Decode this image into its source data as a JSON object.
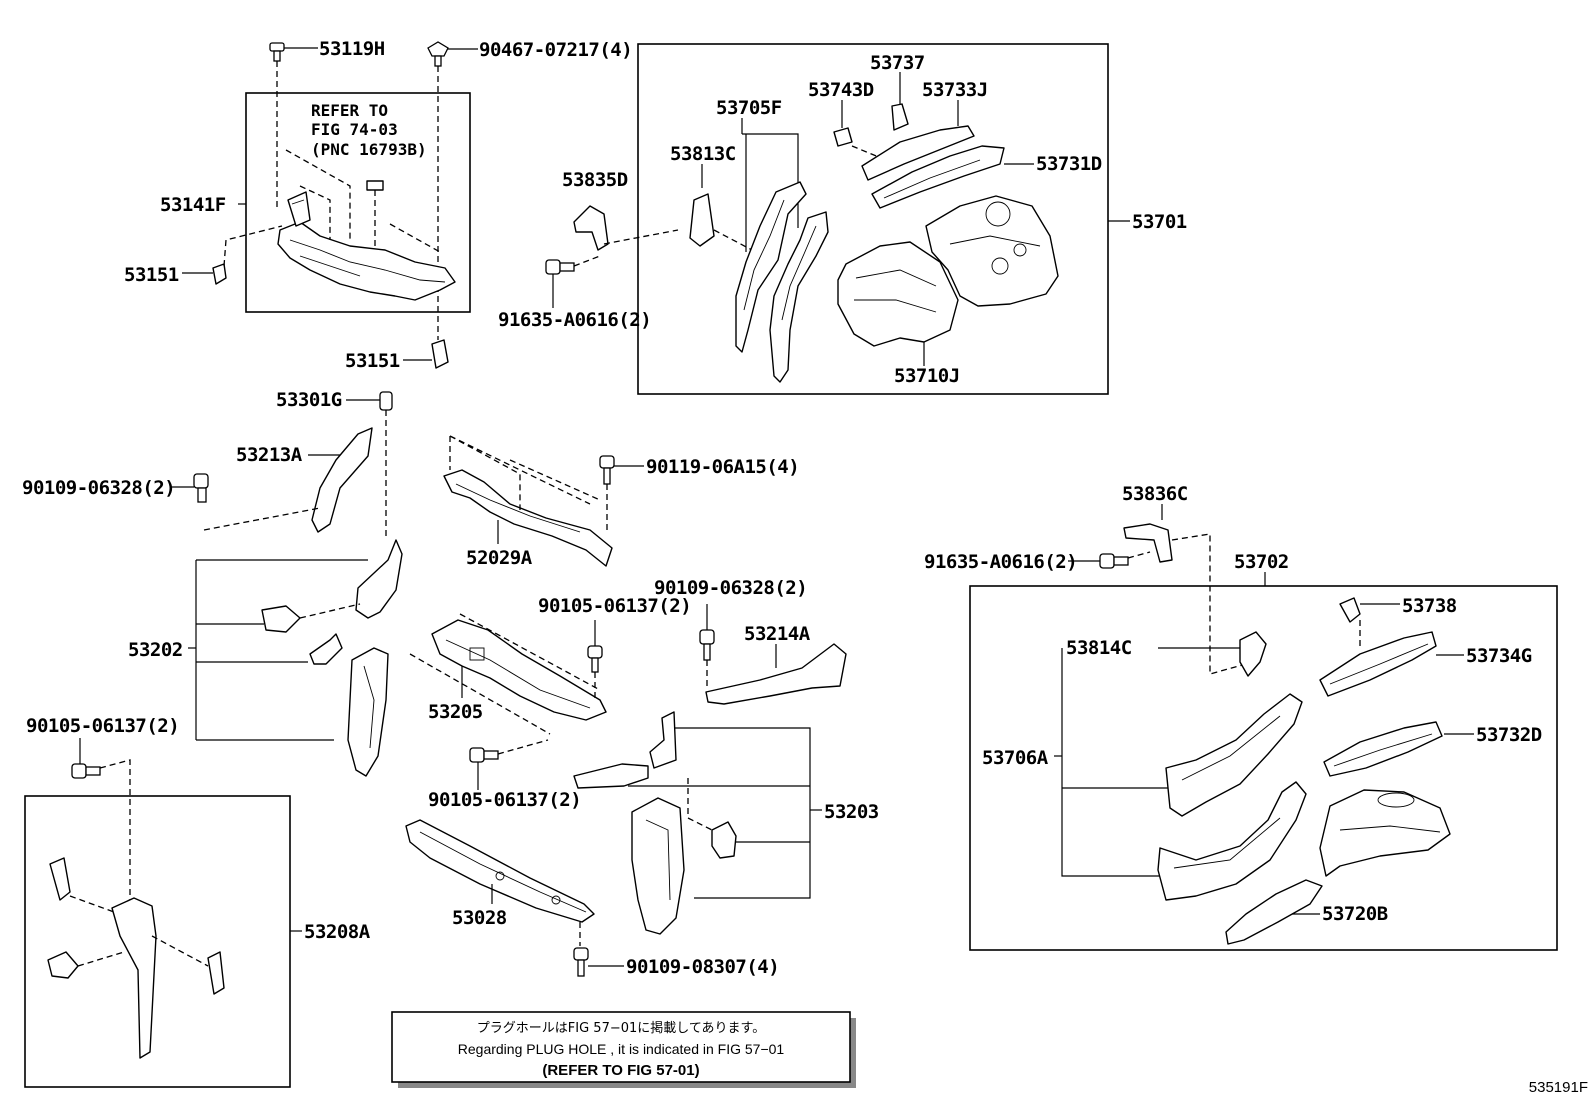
{
  "labels": {
    "p53119H": "53119H",
    "p90467": "90467-07217(4)",
    "refer1": "REFER TO",
    "refer2": "FIG 74-03",
    "refer3": "(PNC 16793B)",
    "p53141F": "53141F",
    "p53151a": "53151",
    "p53151b": "53151",
    "p53835D": "53835D",
    "p91635a": "91635-A0616(2)",
    "p53705F": "53705F",
    "p53813C": "53813C",
    "p53743D": "53743D",
    "p53737": "53737",
    "p53733J": "53733J",
    "p53731D": "53731D",
    "p53701": "53701",
    "p53710J": "53710J",
    "p53301G": "53301G",
    "p53213A": "53213A",
    "p90109a": "90109-06328(2)",
    "p52029A": "52029A",
    "p90119": "90119-06A15(4)",
    "p53202": "53202",
    "p90105a": "90105-06137(2)",
    "p90109b": "90109-06328(2)",
    "p53214A": "53214A",
    "p53205": "53205",
    "p90105b": "90105-06137(2)",
    "p90105c": "90105-06137(2)",
    "p53203": "53203",
    "p53208A": "53208A",
    "p53028": "53028",
    "p90109c": "90109-08307(4)",
    "p53836C": "53836C",
    "p91635b": "91635-A0616(2)",
    "p53702": "53702",
    "p53738": "53738",
    "p53814C": "53814C",
    "p53734G": "53734G",
    "p53706A": "53706A",
    "p53732D": "53732D",
    "p53720B": "53720B"
  },
  "note": {
    "jp": "プラグホールはFIG 57−01に掲載してあります。",
    "en": "Regarding  PLUG  HOLE , it is indicated in FIG  57−01",
    "ref": "(REFER TO FIG 57-01)"
  },
  "figure_id": "535191F"
}
